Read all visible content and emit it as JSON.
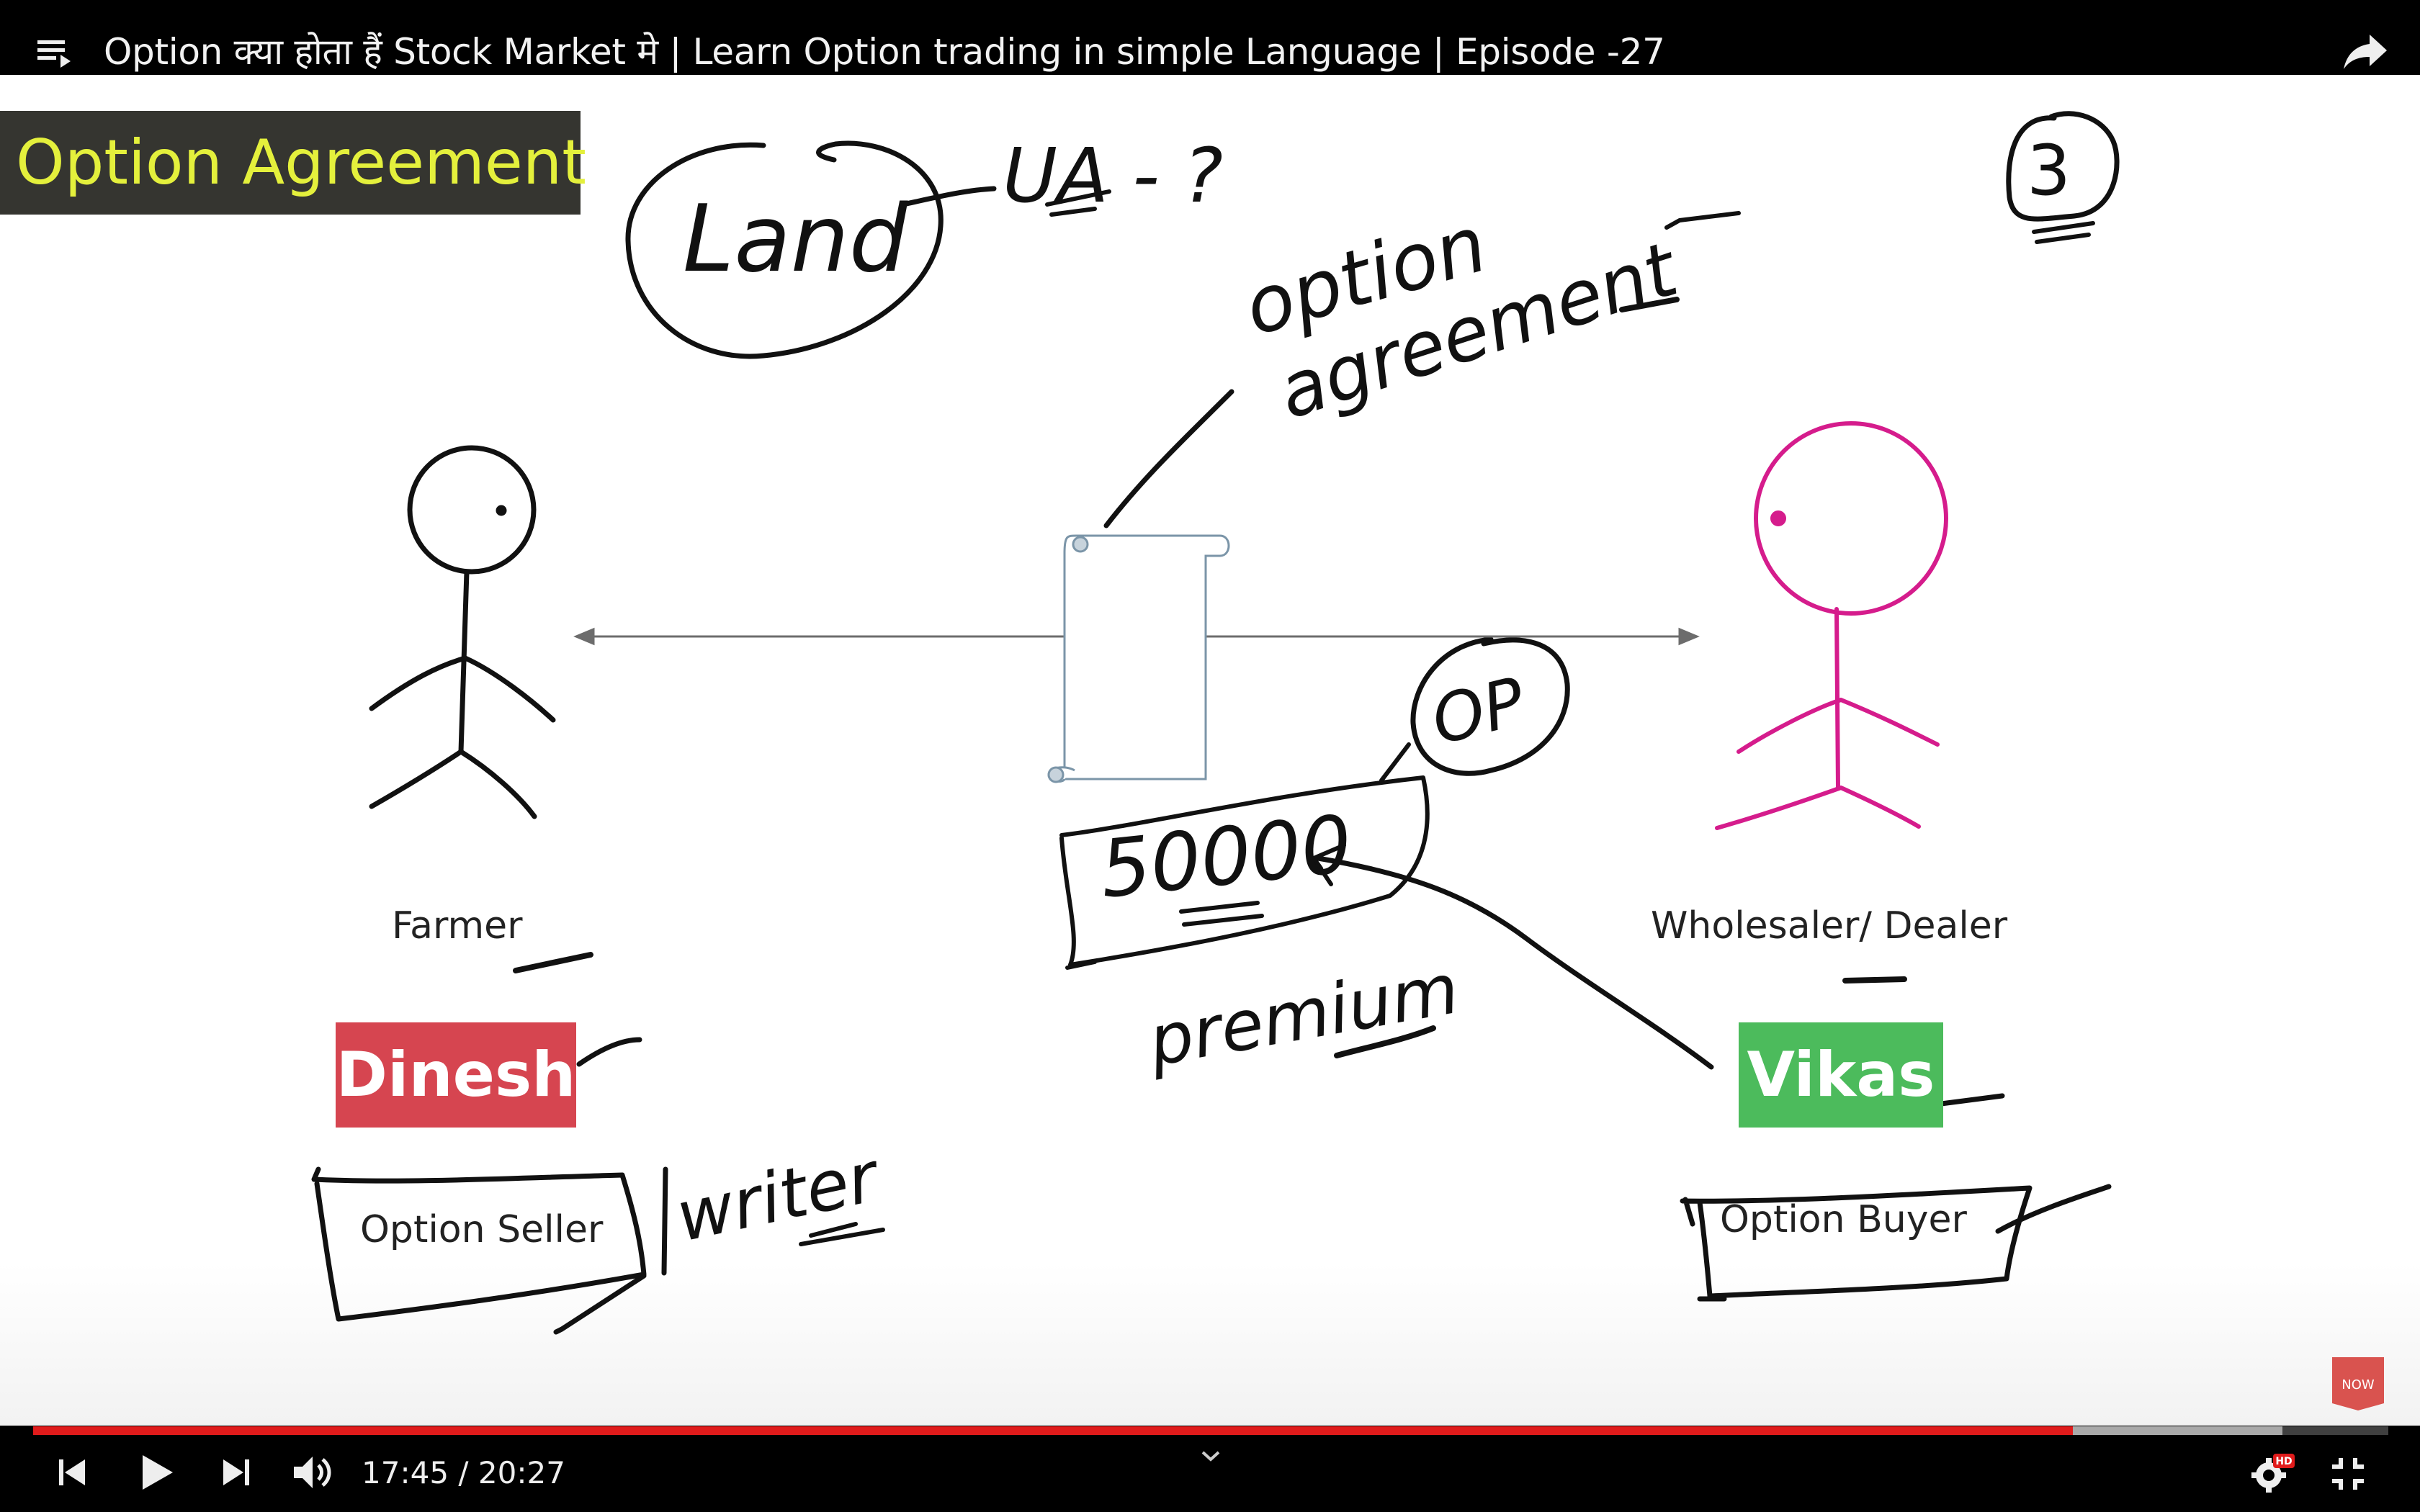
{
  "player": {
    "title": "Option क्या होता हैं Stock Market मे | Learn Option trading in simple Language | Episode -27",
    "current_time": "17:45",
    "duration": "20:27",
    "time_display": "17:45 / 20:27",
    "progress_fraction": 0.866,
    "buffered_fraction": 0.955,
    "accent_color": "#e01b1b",
    "quality_badge": "HD",
    "icons": {
      "playlist": "playlist-icon",
      "share": "share-icon",
      "previous": "skip-previous-icon",
      "play": "play-icon",
      "next": "skip-next-icon",
      "volume": "volume-icon",
      "chevron": "chevron-down-icon",
      "settings": "settings-gear-icon",
      "exit_fullscreen": "exit-fullscreen-icon"
    }
  },
  "slide": {
    "heading": "Option Agreement",
    "left_role": "Farmer",
    "left_name": "Dinesh",
    "left_name_color": "#d64550",
    "left_box": "Option Seller",
    "right_role": "Wholesaler/ Dealer",
    "right_name": "Vikas",
    "right_name_color": "#4cbb5c",
    "right_box": "Option Buyer",
    "subscribe_text": "NOW",
    "handwriting": {
      "land": "Land",
      "ua": "UA - ?",
      "number": "3",
      "option_agreement_line1": "option",
      "option_agreement_line2": "agreement",
      "op": "OP",
      "amount": "50000",
      "premium": "premium",
      "writer": "writer"
    }
  }
}
